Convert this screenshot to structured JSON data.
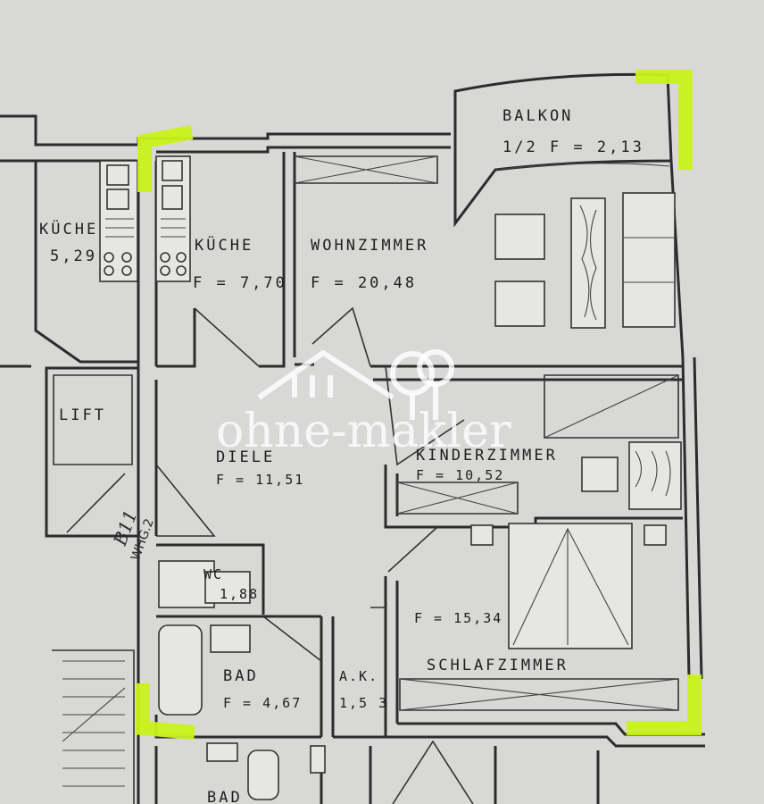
{
  "rooms": {
    "kueche_left": {
      "name": "KÜCHE",
      "area": "5,29"
    },
    "kueche": {
      "name": "KÜCHE",
      "area": "F = 7,70"
    },
    "wohnzimmer": {
      "name": "WOHNZIMMER",
      "area": "F = 20,48"
    },
    "balkon": {
      "name": "BALKON",
      "area": "1/2 F = 2,13"
    },
    "lift": {
      "name": "LIFT"
    },
    "diele": {
      "name": "DIELE",
      "area": "F = 11,51"
    },
    "kinderzimmer": {
      "name": "KINDERZIMMER",
      "area": "F = 10,52"
    },
    "wc": {
      "name": "WC",
      "area": "1,88"
    },
    "schlafzimmer": {
      "name": "SCHLAFZIMMER",
      "area": "F = 15,34"
    },
    "bad": {
      "name": "BAD",
      "area": "F = 4,67"
    },
    "ak": {
      "name": "A.K.",
      "area": "1,5 3"
    },
    "bad_lower": {
      "name": "BAD"
    }
  },
  "annotations": {
    "handwritten_unit": "B11",
    "handwritten_unit_sub": "WHG.2"
  },
  "watermark": {
    "text": "ohne-makler"
  },
  "colors": {
    "paper": "#d8d8d6",
    "ink": "#2c2c2c",
    "highlight": "#c9f21a"
  }
}
